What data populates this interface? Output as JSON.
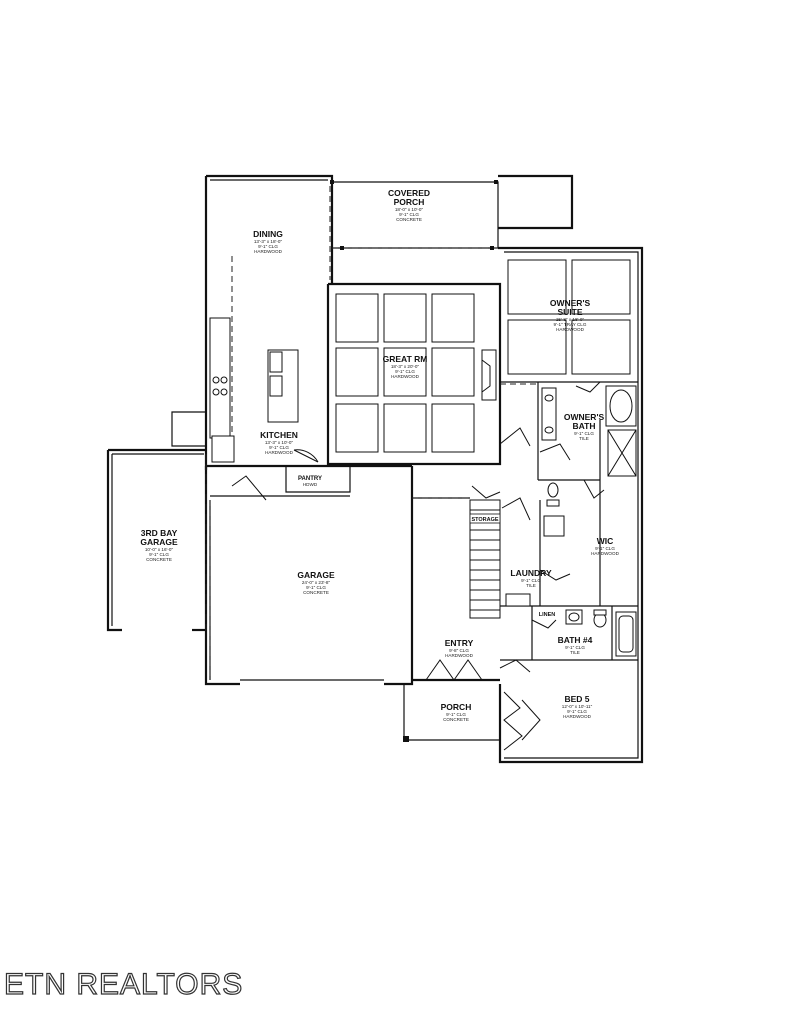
{
  "rooms": {
    "covered_porch": {
      "name1": "COVERED",
      "name2": "PORCH",
      "dims": "18'-0\" x 10'-0\"",
      "ceiling": "9'-1\" CLG",
      "floor": "CONCRETE"
    },
    "dining": {
      "name": "DINING",
      "dims": "13'-3\" x 18'-0\"",
      "ceiling": "9'-1\" CLG",
      "floor": "HARDWOOD"
    },
    "owners_suite": {
      "name1": "OWNER'S",
      "name2": "SUITE",
      "dims": "15'-8\" x 18'-0\"",
      "ceiling": "9'-1\" TRAY CLG",
      "floor": "HARDWOOD"
    },
    "great_rm": {
      "name": "GREAT RM",
      "dims": "18'-3\" x 20'-0\"",
      "ceiling": "9'-1\" CLG",
      "floor": "HARDWOOD"
    },
    "owners_bath": {
      "name1": "OWNER'S",
      "name2": "BATH",
      "ceiling": "9'-1\" CLG",
      "floor": "TILE"
    },
    "kitchen": {
      "name": "KITCHEN",
      "dims": "13'-3\" x 10'-0\"",
      "ceiling": "9'-1\" CLG",
      "floor": "HARDWOOD"
    },
    "pantry": {
      "name": "PANTRY",
      "floor": "HDWD"
    },
    "third_bay_garage": {
      "name1": "3RD BAY",
      "name2": "GARAGE",
      "dims": "10'-0\" x 16'-0\"",
      "ceiling": "9'-1\" CLG",
      "floor": "CONCRETE"
    },
    "storage": {
      "name": "STORAGE"
    },
    "wic": {
      "name": "WIC",
      "ceiling": "9'-1\" CLG",
      "floor": "HARDWOOD"
    },
    "garage": {
      "name": "GARAGE",
      "dims": "24'-0\" x 23'-8\"",
      "ceiling": "9'-1\" CLG",
      "floor": "CONCRETE"
    },
    "laundry": {
      "name": "LAUNDRY",
      "ceiling": "9'-1\" CLG",
      "floor": "TILE"
    },
    "linen": {
      "name": "LINEN"
    },
    "bath4": {
      "name": "BATH #4",
      "ceiling": "9'-1\" CLG",
      "floor": "TILE"
    },
    "entry": {
      "name": "ENTRY",
      "ceiling": "9'-8\" CLG",
      "floor": "HARDWOOD"
    },
    "bed5": {
      "name": "BED 5",
      "dims": "12'-0\" x 10'-11\"",
      "ceiling": "9'-1\" CLG",
      "floor": "HARDWOOD"
    },
    "porch": {
      "name": "PORCH",
      "ceiling": "9'-1\" CLG",
      "floor": "CONCRETE"
    }
  },
  "branding": {
    "logo_text": "ETN REALTORS"
  }
}
